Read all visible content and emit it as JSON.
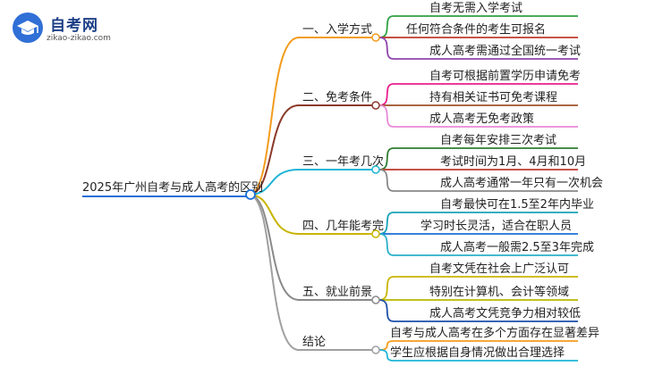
{
  "logo": {
    "title": "自考网",
    "url_text": "zikao-zikao.com"
  },
  "root": "2025年广州自考与成人高考的区别",
  "branches": [
    {
      "label": "一、入学方式",
      "color": "#f39c1e",
      "leaves": [
        {
          "text": "自考无需入学考试",
          "color": "#2ea043"
        },
        {
          "text": "任何符合条件的考生可报名",
          "color": "#c0392b"
        },
        {
          "text": "成人高考需通过全国统一考试",
          "color": "#8e44ad"
        }
      ]
    },
    {
      "label": "二、免考条件",
      "color": "#8b3a2b",
      "leaves": [
        {
          "text": "自考可根据前置学历申请免考",
          "color": "#e91e8c"
        },
        {
          "text": "持有相关证书可免考课程",
          "color": "#a0522d"
        },
        {
          "text": "成人高考无免考政策",
          "color": "#e88ad6"
        }
      ]
    },
    {
      "label": "三、一年考几次",
      "color": "#1fb5d6",
      "leaves": [
        {
          "text": "自考每年安排三次考试",
          "color": "#2e7d32"
        },
        {
          "text": "考试时间为1月、4月和10月",
          "color": "#c0392b"
        },
        {
          "text": "成人高考通常一年只有一次机会",
          "color": "#888888"
        }
      ]
    },
    {
      "label": "四、几年能考完",
      "color": "#c9b400",
      "leaves": [
        {
          "text": "自考最快可在1.5至2年内毕业",
          "color": "#17a2b8"
        },
        {
          "text": "学习时长灵活，适合在职人员",
          "color": "#1c6fd6"
        },
        {
          "text": "成人高考一般需2.5至3年完成",
          "color": "#2ab0c8"
        }
      ]
    },
    {
      "label": "五、就业前景",
      "color": "#8a8a8a",
      "leaves": [
        {
          "text": "自考文凭在社会上广泛认可",
          "color": "#c9b400"
        },
        {
          "text": "特别在计算机、会计等领域",
          "color": "#b8b800"
        },
        {
          "text": "成人高考文凭竞争力相对较低",
          "color": "#1c4fa8"
        }
      ]
    },
    {
      "label": "结论",
      "color": "#a0a0a0",
      "leaves": [
        {
          "text": "自考与成人高考在多个方面存在显著差异",
          "color": "#f39c1e"
        },
        {
          "text": "学生应根据自身情况做出合理选择",
          "color": "#1fb5d6"
        }
      ]
    }
  ]
}
